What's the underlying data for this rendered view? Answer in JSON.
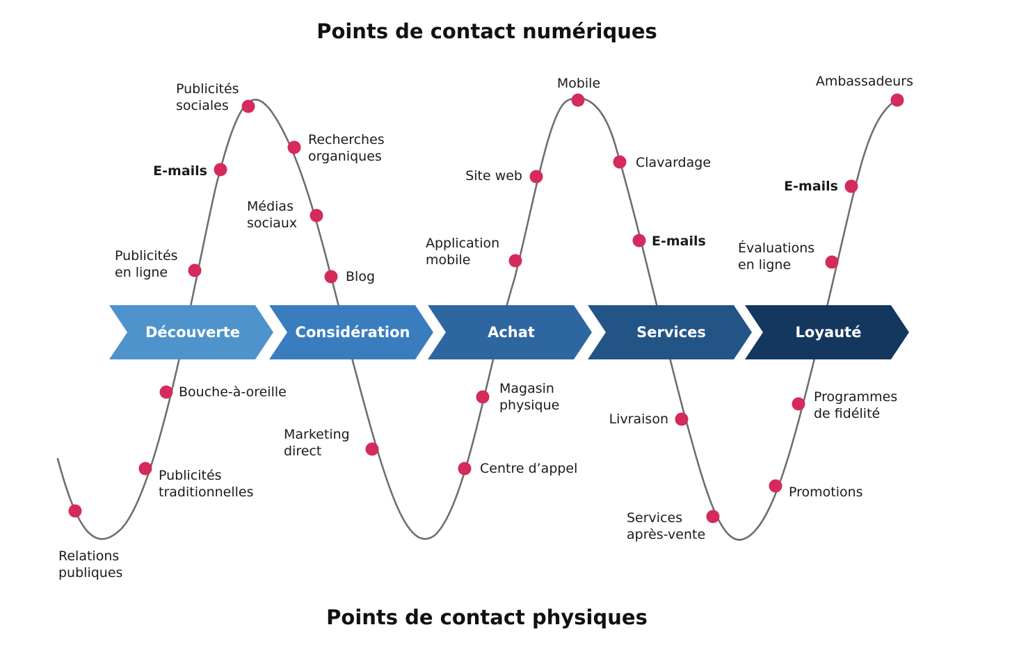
{
  "titles": {
    "top": "Points de contact numériques",
    "bottom": "Points de contact physiques"
  },
  "colors": {
    "dot": "#d42a5c",
    "curve": "#6e6e6e",
    "text": "#1a1a1a",
    "stages": [
      "#4e93cc",
      "#3a7dbf",
      "#2e66a0",
      "#235486",
      "#143760"
    ]
  },
  "stages": [
    {
      "label": "Découverte"
    },
    {
      "label": "Considération"
    },
    {
      "label": "Achat"
    },
    {
      "label": "Services"
    },
    {
      "label": "Loyauté"
    }
  ],
  "touchpoints": [
    {
      "lines": [
        "Publicités",
        "sociales"
      ]
    },
    {
      "lines": [
        "E-mails"
      ],
      "bold": true
    },
    {
      "lines": [
        "Publicités",
        "en ligne"
      ]
    },
    {
      "lines": [
        "Recherches",
        "organiques"
      ]
    },
    {
      "lines": [
        "Médias",
        "sociaux"
      ]
    },
    {
      "lines": [
        "Blog"
      ]
    },
    {
      "lines": [
        "Mobile"
      ]
    },
    {
      "lines": [
        "Site web"
      ]
    },
    {
      "lines": [
        "Application",
        "mobile"
      ]
    },
    {
      "lines": [
        "Clavardage"
      ]
    },
    {
      "lines": [
        "E-mails"
      ],
      "bold": true
    },
    {
      "lines": [
        "Ambassadeurs"
      ]
    },
    {
      "lines": [
        "E-mails"
      ],
      "bold": true
    },
    {
      "lines": [
        "Évaluations",
        "en ligne"
      ]
    },
    {
      "lines": [
        "Bouche-à-oreille"
      ]
    },
    {
      "lines": [
        "Publicités",
        "traditionnelles"
      ]
    },
    {
      "lines": [
        "Relations",
        "publiques"
      ]
    },
    {
      "lines": [
        "Marketing",
        "direct"
      ]
    },
    {
      "lines": [
        "Magasin",
        "physique"
      ]
    },
    {
      "lines": [
        "Centre d’appel"
      ]
    },
    {
      "lines": [
        "Livraison"
      ]
    },
    {
      "lines": [
        "Services",
        "après-vente"
      ]
    },
    {
      "lines": [
        "Programmes",
        "de fidélité"
      ]
    },
    {
      "lines": [
        "Promotions"
      ]
    }
  ]
}
